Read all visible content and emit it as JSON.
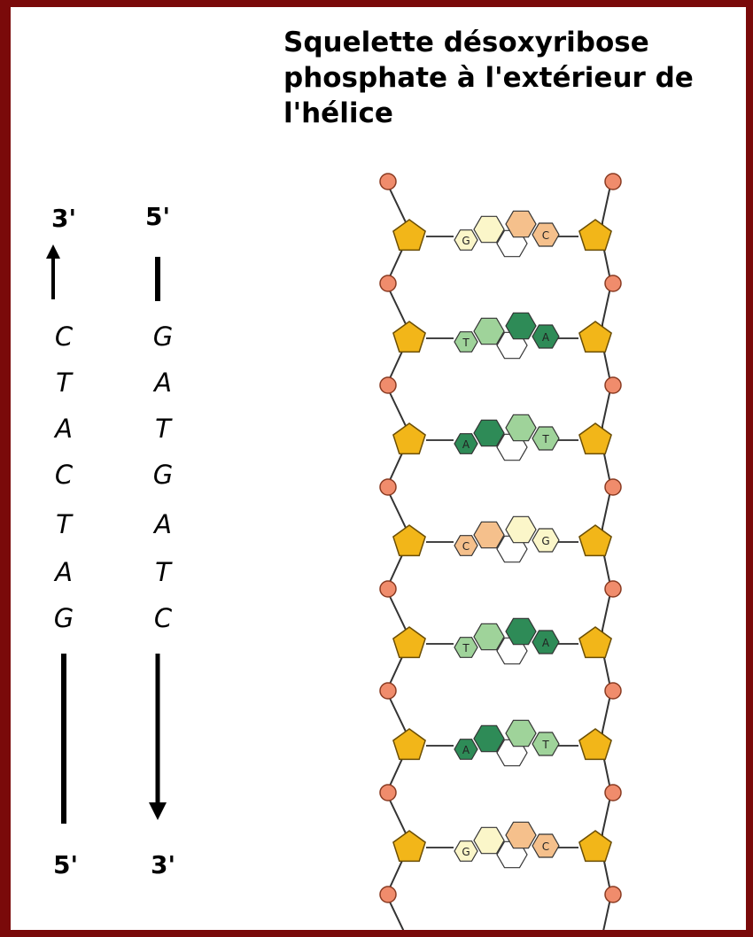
{
  "title": "Squelette désoxyribose phosphate à l'extérieur de l'hélice",
  "left_strand": {
    "top_end": "3'",
    "bottom_end": "5'",
    "bases": [
      "C",
      "T",
      "A",
      "C",
      "T",
      "A",
      "G"
    ]
  },
  "right_strand": {
    "top_end": "5'",
    "bottom_end": "3'",
    "bases": [
      "G",
      "A",
      "T",
      "G",
      "A",
      "T",
      "C"
    ]
  },
  "helix_rungs": [
    {
      "left_base": "G",
      "right_base": "C"
    },
    {
      "left_base": "T",
      "right_base": "A"
    },
    {
      "left_base": "A",
      "right_base": "T"
    },
    {
      "left_base": "C",
      "right_base": "G"
    },
    {
      "left_base": "T",
      "right_base": "A"
    },
    {
      "left_base": "A",
      "right_base": "T"
    },
    {
      "left_base": "G",
      "right_base": "C"
    }
  ],
  "colors": {
    "background": "#7a0a0a",
    "sugar": "#f2b619",
    "phosphate": "#f08c6c",
    "dark_green": "#2e8b57",
    "light_green": "#9fd39a",
    "pale_yellow": "#fbf6c9",
    "peach": "#f5c08c"
  }
}
